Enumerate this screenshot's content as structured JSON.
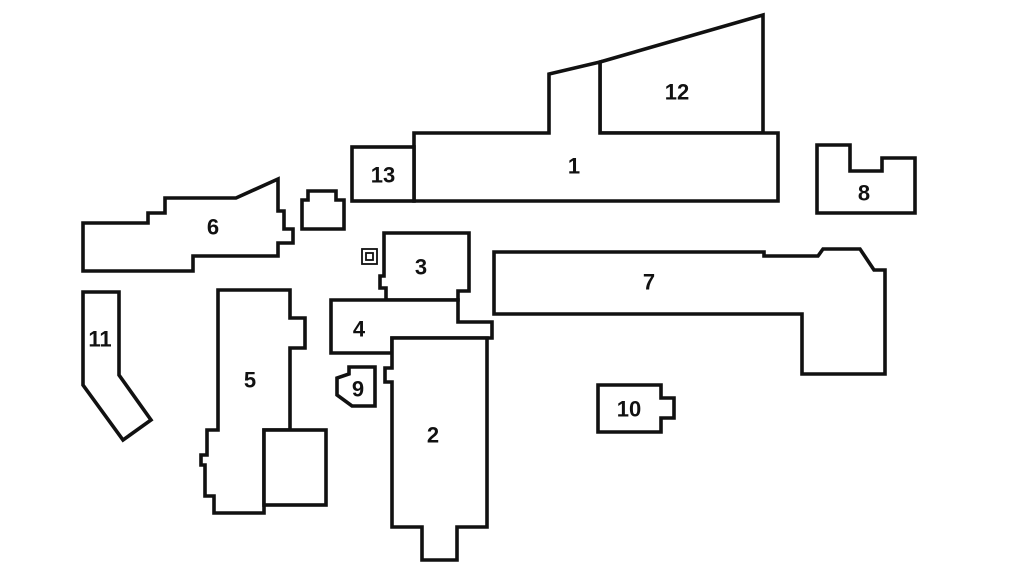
{
  "map": {
    "line_color": "#111111",
    "fill_color": "#ffffff",
    "buildings": [
      {
        "id": "1",
        "label": "1"
      },
      {
        "id": "2",
        "label": "2"
      },
      {
        "id": "3",
        "label": "3"
      },
      {
        "id": "4",
        "label": "4"
      },
      {
        "id": "5",
        "label": "5"
      },
      {
        "id": "6",
        "label": "6"
      },
      {
        "id": "7",
        "label": "7"
      },
      {
        "id": "8",
        "label": "8"
      },
      {
        "id": "9",
        "label": "9"
      },
      {
        "id": "10",
        "label": "10"
      },
      {
        "id": "11",
        "label": "11"
      },
      {
        "id": "12",
        "label": "12"
      },
      {
        "id": "13",
        "label": "13"
      }
    ]
  }
}
